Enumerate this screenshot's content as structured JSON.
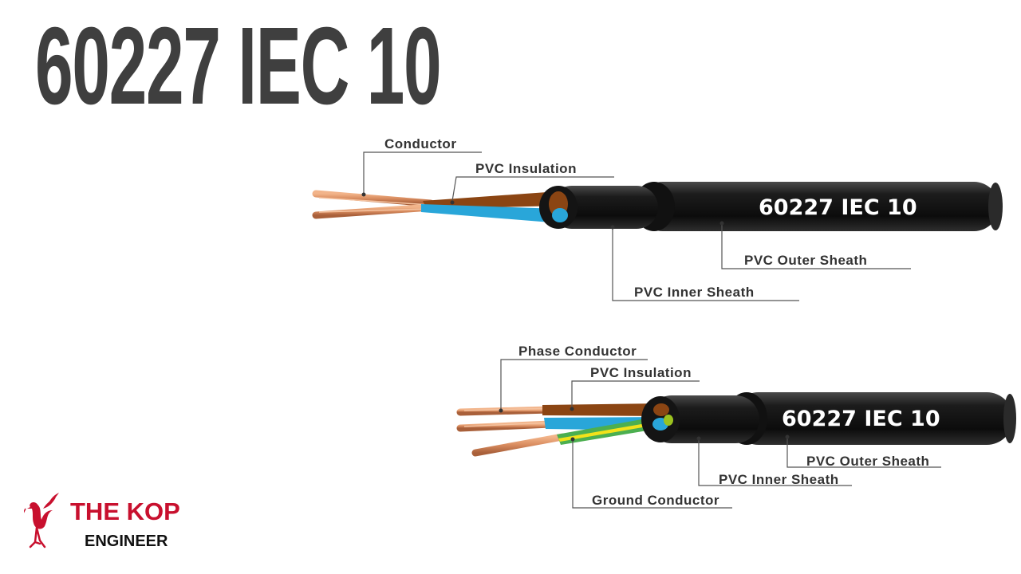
{
  "title": "60227 IEC 10",
  "colors": {
    "title": "#3f3f3f",
    "sheath": "#161616",
    "copper": "#d98c5f",
    "brown_core": "#8b4513",
    "blue_core": "#29a6d9",
    "green_yellow_core": "#9bc21f",
    "logo_red": "#c8102e"
  },
  "cable_two_core": {
    "marking": "60227 IEC 10",
    "labels": {
      "conductor": "Conductor",
      "insulation": "PVC Insulation",
      "outer_sheath": "PVC Outer Sheath",
      "inner_sheath": "PVC Inner Sheath"
    }
  },
  "cable_three_core": {
    "marking": "60227 IEC 10",
    "labels": {
      "phase_conductor": "Phase Conductor",
      "insulation": "PVC Insulation",
      "outer_sheath": "PVC Outer Sheath",
      "inner_sheath": "PVC Inner Sheath",
      "ground_conductor": "Ground Conductor"
    }
  },
  "logo": {
    "icon": "liverbird-icon",
    "name": "THE KOP",
    "subtitle": "ENGINEER"
  }
}
